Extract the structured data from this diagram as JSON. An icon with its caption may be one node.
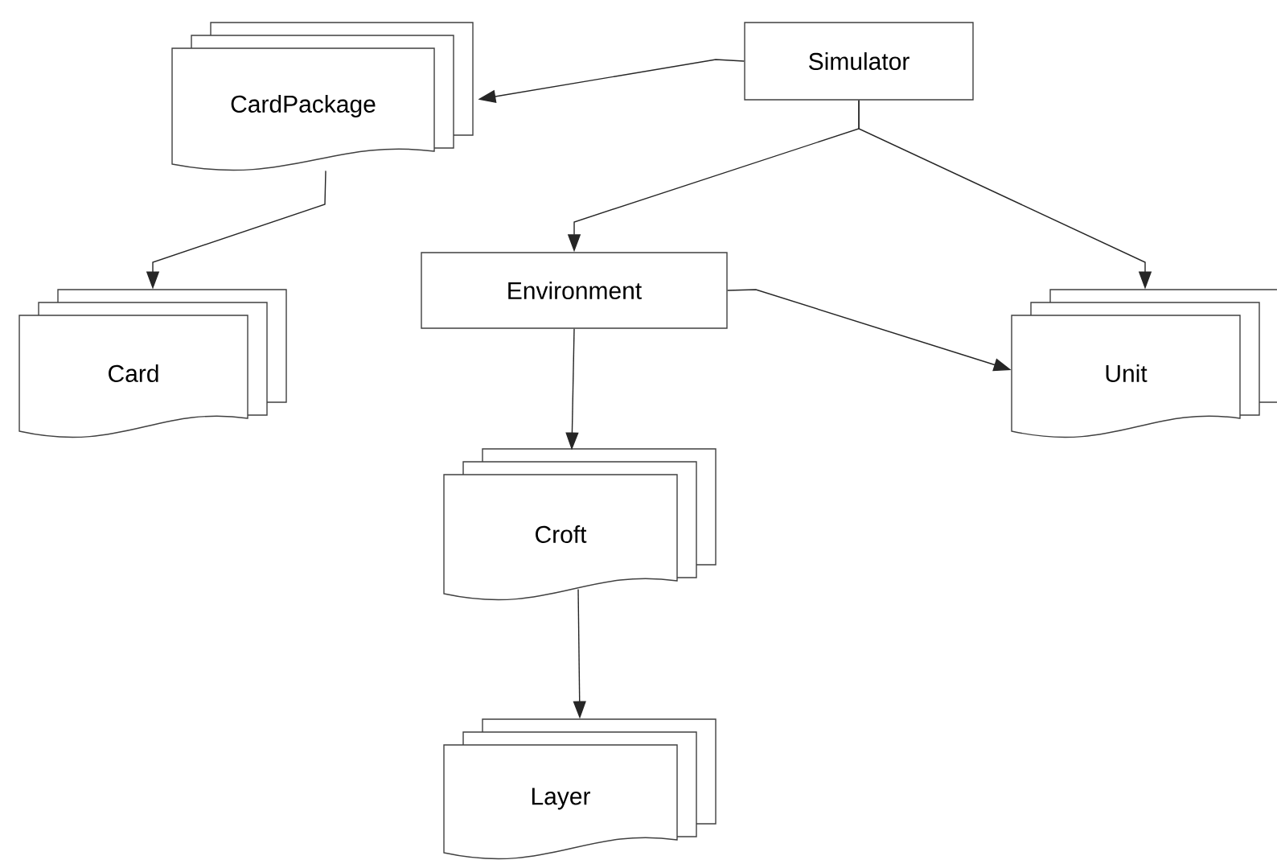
{
  "diagram": {
    "nodes": [
      {
        "text": [
          "Simulator"
        ]
      },
      {
        "text": [
          "CardPackage"
        ]
      },
      {
        "text": [
          "Environment"
        ]
      },
      {
        "text": [
          "Unit"
        ]
      },
      {
        "text": [
          "Card"
        ]
      },
      {
        "text": [
          "Croft"
        ]
      },
      {
        "text": [
          "Layer"
        ]
      }
    ],
    "edges": [
      {
        "from": 0,
        "to": 1,
        "arrow": "to"
      },
      {
        "from": 0,
        "to": 2,
        "arrow": "to"
      },
      {
        "from": 0,
        "to": 3,
        "arrow": "to"
      },
      {
        "from": 1,
        "to": 4,
        "arrow": "to"
      },
      {
        "from": 2,
        "to": 3,
        "arrow": "to"
      },
      {
        "from": 2,
        "to": 5,
        "arrow": "to"
      },
      {
        "from": 5,
        "to": 6,
        "arrow": "to"
      }
    ]
  }
}
